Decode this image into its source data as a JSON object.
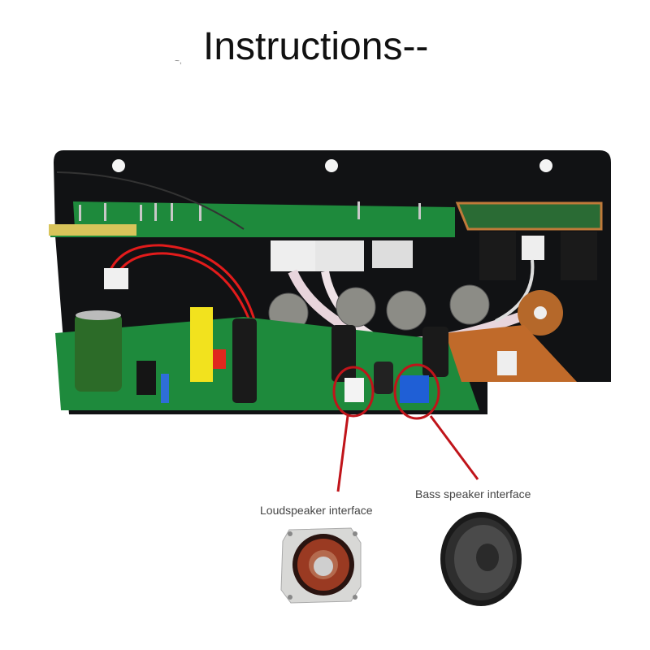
{
  "header": {
    "title": "Instructions--"
  },
  "figure": {
    "subject": "amplifier-board",
    "callouts": [
      {
        "label": "Loudspeaker interface",
        "target": "white-2pin-connector",
        "color": "#c0141a"
      },
      {
        "label": "Bass speaker interface",
        "target": "blue-2pin-connector",
        "color": "#c0141a"
      }
    ],
    "speakers": [
      {
        "name": "tweeter-horn",
        "label_ref": 0
      },
      {
        "name": "woofer-cone",
        "label_ref": 1
      }
    ]
  },
  "colors": {
    "background": "#ffffff",
    "panel": "#111214",
    "pcb_green": "#1e8a3c",
    "pcb_brown": "#c06a2a",
    "callout_red": "#c0141a",
    "connector_blue": "#1f5fd6"
  }
}
